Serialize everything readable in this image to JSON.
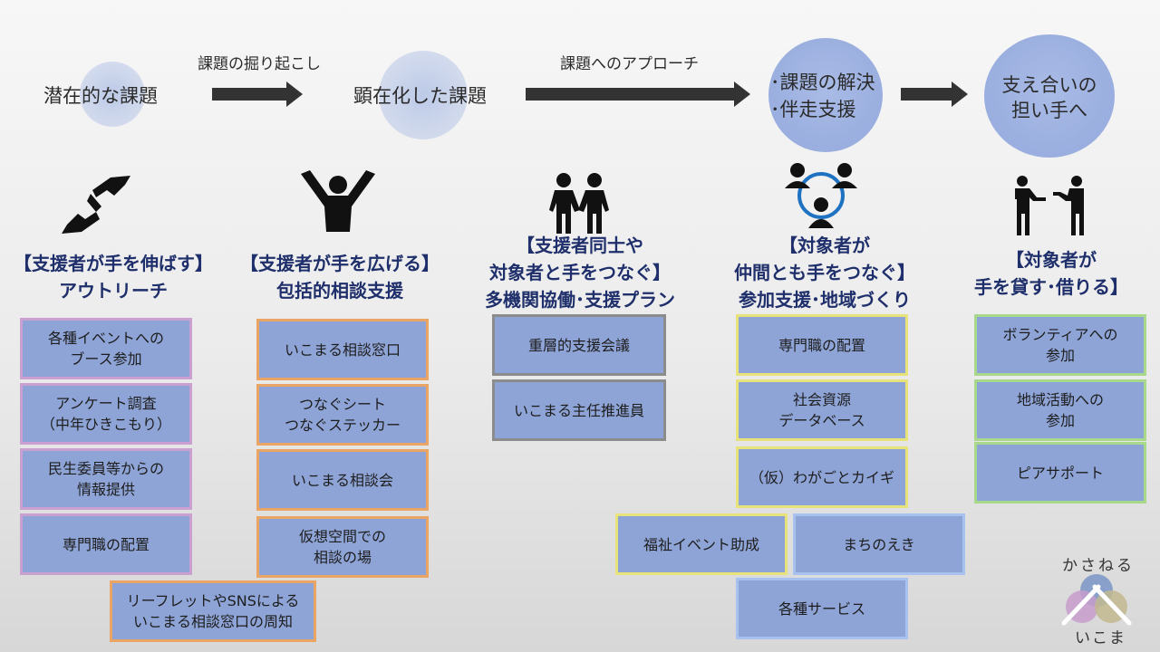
{
  "flow": {
    "stage1": "潜在的な課題",
    "label1": "課題の掘り起こし",
    "stage2": "顕在化した課題",
    "label2": "課題へのアプローチ",
    "stage3_line1": "･課題の解決",
    "stage3_line2": "･伴走支援",
    "stage4_line1": "支え合いの",
    "stage4_line2": "担い手へ"
  },
  "columns": [
    {
      "icon": "reaching-hands-icon",
      "title_lines": [
        "【支援者が手を伸ばす】",
        "アウトリーチ"
      ],
      "items": [
        "各種イベントへの\nブース参加",
        "アンケート調査\n（中年ひきこもり）",
        "民生委員等からの\n情報提供",
        "専門職の配置",
        "リーフレットやSNSによる\nいこまる相談窓口の周知"
      ]
    },
    {
      "icon": "person-arms-raised-icon",
      "title_lines": [
        "【支援者が手を広げる】",
        "包括的相談支援"
      ],
      "items": [
        "いこまる相談窓口",
        "つなぐシート\nつなぐステッカー",
        "いこまる相談会",
        "仮想空間での\n相談の場"
      ]
    },
    {
      "icon": "two-people-holding-hands-icon",
      "title_lines": [
        "【支援者同士や",
        "対象者と手をつなぐ】",
        "多機関協働･支援プラン"
      ],
      "items": [
        "重層的支援会議",
        "いこまる主任推進員"
      ]
    },
    {
      "icon": "people-network-icon",
      "title_lines": [
        "【対象者が",
        "仲間とも手をつなぐ】",
        "参加支援･地域づくり"
      ],
      "items": [
        "専門職の配置",
        "社会資源\nデータベース",
        "（仮）わがごとカイギ",
        "福祉イベント助成",
        "まちのえき",
        "各種サービス"
      ]
    },
    {
      "icon": "two-people-giving-hand-icon",
      "title_lines": [
        "【対象者が",
        "手を貸す･借りる】"
      ],
      "items": [
        "ボランティアへの\n参加",
        "地域活動への\n参加",
        "ピアサポート"
      ]
    }
  ],
  "logo": {
    "top": "かさねる",
    "bottom": "いこま"
  },
  "colors": {
    "box_fill": "#8ea4d6",
    "title_color": "#1f2f6b",
    "circle": "#9cb0e0"
  }
}
